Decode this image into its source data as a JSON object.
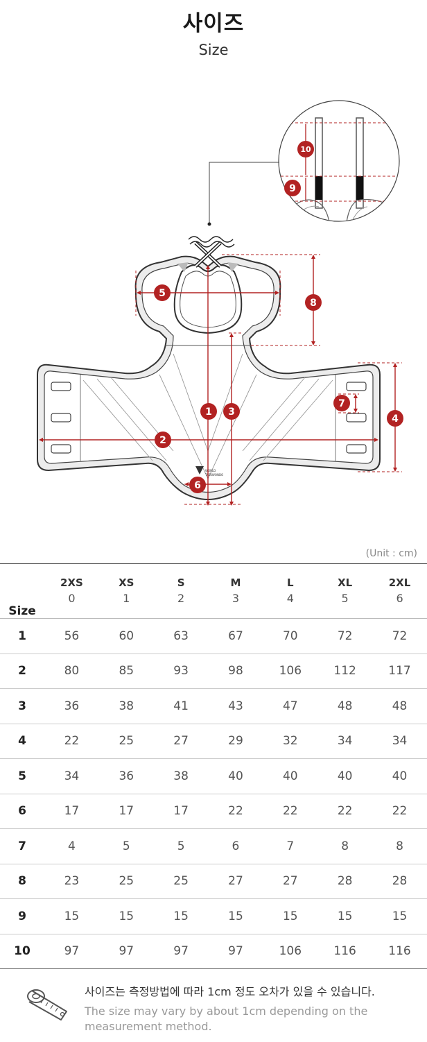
{
  "header": {
    "title": "사이즈",
    "subtitle": "Size"
  },
  "diagram": {
    "marker_color": "#b22222",
    "markers": [
      "1",
      "2",
      "3",
      "4",
      "5",
      "6",
      "7",
      "8",
      "9",
      "10"
    ],
    "logo_text": [
      "WORLD",
      "TAEKWONDO"
    ]
  },
  "table": {
    "unit_label": "(Unit : cm)",
    "size_header": "Size",
    "columns": [
      {
        "label": "2XS",
        "code": "0"
      },
      {
        "label": "XS",
        "code": "1"
      },
      {
        "label": "S",
        "code": "2"
      },
      {
        "label": "M",
        "code": "3"
      },
      {
        "label": "L",
        "code": "4"
      },
      {
        "label": "XL",
        "code": "5"
      },
      {
        "label": "2XL",
        "code": "6"
      }
    ],
    "rows": [
      {
        "label": "1",
        "values": [
          "56",
          "60",
          "63",
          "67",
          "70",
          "72",
          "72"
        ]
      },
      {
        "label": "2",
        "values": [
          "80",
          "85",
          "93",
          "98",
          "106",
          "112",
          "117"
        ]
      },
      {
        "label": "3",
        "values": [
          "36",
          "38",
          "41",
          "43",
          "47",
          "48",
          "48"
        ]
      },
      {
        "label": "4",
        "values": [
          "22",
          "25",
          "27",
          "29",
          "32",
          "34",
          "34"
        ]
      },
      {
        "label": "5",
        "values": [
          "34",
          "36",
          "38",
          "40",
          "40",
          "40",
          "40"
        ]
      },
      {
        "label": "6",
        "values": [
          "17",
          "17",
          "17",
          "22",
          "22",
          "22",
          "22"
        ]
      },
      {
        "label": "7",
        "values": [
          "4",
          "5",
          "5",
          "6",
          "7",
          "8",
          "8"
        ]
      },
      {
        "label": "8",
        "values": [
          "23",
          "25",
          "25",
          "27",
          "27",
          "28",
          "28"
        ]
      },
      {
        "label": "9",
        "values": [
          "15",
          "15",
          "15",
          "15",
          "15",
          "15",
          "15"
        ]
      },
      {
        "label": "10",
        "values": [
          "97",
          "97",
          "97",
          "97",
          "106",
          "116",
          "116"
        ]
      }
    ]
  },
  "note": {
    "icon": "measuring-tape-icon",
    "korean": "사이즈는 측정방법에 따라 1cm 정도 오차가 있을 수 있습니다.",
    "english": "The size may vary by about 1cm depending on the measurement method."
  }
}
